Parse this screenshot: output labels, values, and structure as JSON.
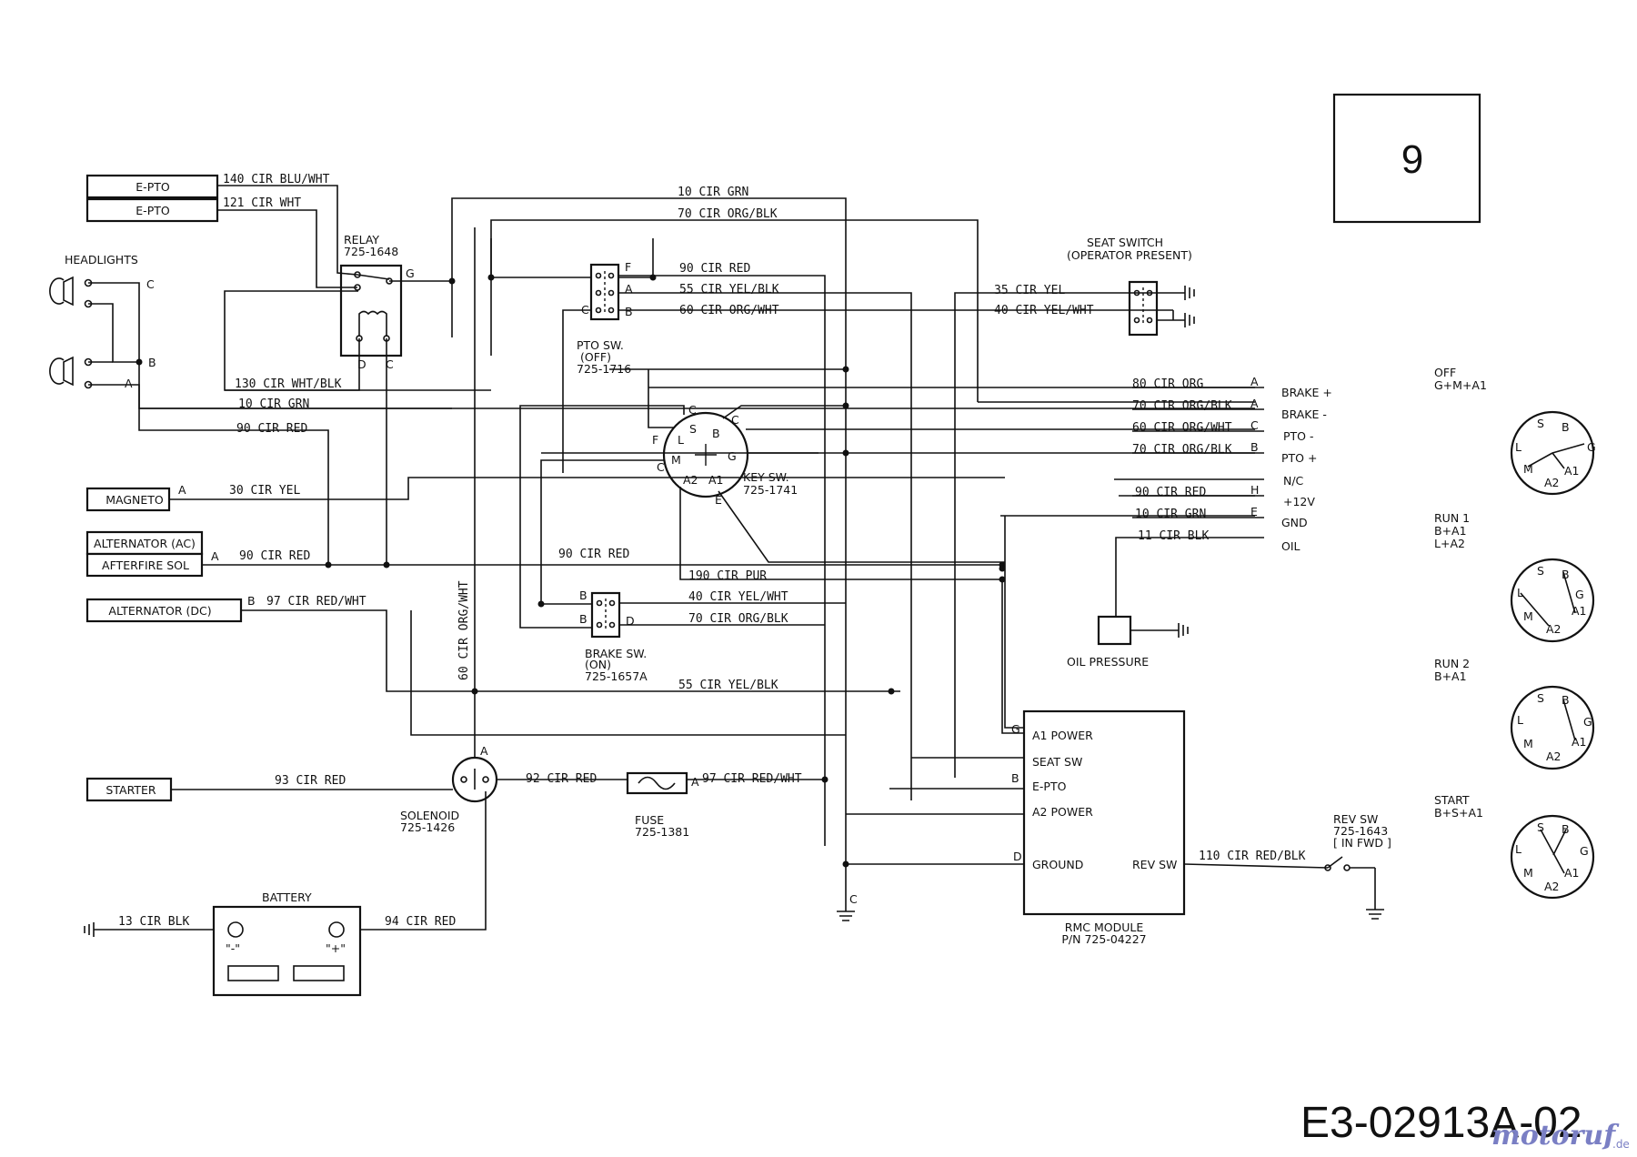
{
  "diagram": {
    "page_number": "9",
    "drawing_number": "E3-02913A-02",
    "watermark": "motoruf",
    "watermark_suffix": ".de"
  },
  "components": {
    "e_pto_1": "E-PTO",
    "e_pto_2": "E-PTO",
    "headlights": "HEADLIGHTS",
    "magneto": "MAGNETO",
    "alternator_ac": "ALTERNATOR (AC)",
    "afterfire_sol": "AFTERFIRE SOL",
    "alternator_dc": "ALTERNATOR (DC)",
    "starter": "STARTER",
    "relay": "RELAY",
    "relay_pn": "725-1648",
    "pto_sw": "PTO SW.",
    "pto_sw_state": "(OFF)",
    "pto_sw_pn": "725-1716",
    "key_sw": "KEY SW.",
    "key_sw_pn": "725-1741",
    "brake_sw": "BRAKE SW.",
    "brake_sw_state": "(ON)",
    "brake_sw_pn": "725-1657A",
    "solenoid": "SOLENOID",
    "solenoid_pn": "725-1426",
    "fuse": "FUSE",
    "fuse_pn": "725-1381",
    "battery": "BATTERY",
    "battery_neg": "\"-\"",
    "battery_pos": "\"+\"",
    "seat_switch": "SEAT SWITCH",
    "seat_switch_note": "(OPERATOR PRESENT)",
    "oil_pressure": "OIL PRESSURE",
    "rev_sw": "REV SW",
    "rev_sw_pn": "725-1643",
    "rev_sw_state": "[ IN FWD ]",
    "rmc_module": "RMC MODULE",
    "rmc_pn": "P/N 725-04227",
    "rmc_a1": "A1 POWER",
    "rmc_seat": "SEAT SW",
    "rmc_epto": "E-PTO",
    "rmc_a2": "A2 POWER",
    "rmc_ground": "GROUND",
    "rmc_revsw": "REV SW"
  },
  "wires": {
    "w140": "140 CIR BLU/WHT",
    "w121": "121 CIR WHT",
    "w10grn_top": "10 CIR GRN",
    "w70_top": "70 CIR ORG/BLK",
    "w90red_pto": "90 CIR RED",
    "w55_pto": "55 CIR YEL/BLK",
    "w60_pto": "60 CIR ORG/WHT",
    "w35": "35 CIR YEL",
    "w40seat": "40 CIR YEL/WHT",
    "w130": "130 CIR WHT/BLK",
    "w10grn_head": "10 CIR GRN",
    "w90red_head": "90 CIR RED",
    "w30": "30 CIR YEL",
    "w90red_alt": "90 CIR RED",
    "w97": "97 CIR RED/WHT",
    "w90red_mid": "90 CIR RED",
    "w190": "190 CIR PUR",
    "w40brake": "40 CIR YEL/WHT",
    "w70brake": "70 CIR ORG/BLK",
    "w55low": "55 CIR YEL/BLK",
    "w60vert": "60 CIR ORG/WHT",
    "w93": "93 CIR RED",
    "w92": "92 CIR RED",
    "w97fuse": "97 CIR RED/WHT",
    "w13": "13 CIR BLK",
    "w94": "94 CIR RED",
    "w110": "110 CIR RED/BLK",
    "w80": "80 CIR ORG",
    "w70r1": "70 CIR ORG/BLK",
    "w60r": "60 CIR ORG/WHT",
    "w70r2": "70 CIR ORG/BLK",
    "w90r": "90 CIR RED",
    "w10r": "10 CIR GRN",
    "w11": "11 CIR BLK"
  },
  "connector": {
    "pins": [
      "A",
      "A",
      "C",
      "B",
      "",
      "H",
      "E",
      ""
    ],
    "functions": [
      "BRAKE +",
      "BRAKE -",
      "PTO -",
      "PTO +",
      "N/C",
      "+12V",
      "GND",
      "OIL"
    ]
  },
  "key_positions": [
    {
      "name": "OFF",
      "combo": [
        "G+M+A1"
      ]
    },
    {
      "name": "RUN 1",
      "combo": [
        "B+A1",
        "L+A2"
      ]
    },
    {
      "name": "RUN 2",
      "combo": [
        "B+A1"
      ]
    },
    {
      "name": "START",
      "combo": [
        "B+S+A1"
      ]
    }
  ]
}
